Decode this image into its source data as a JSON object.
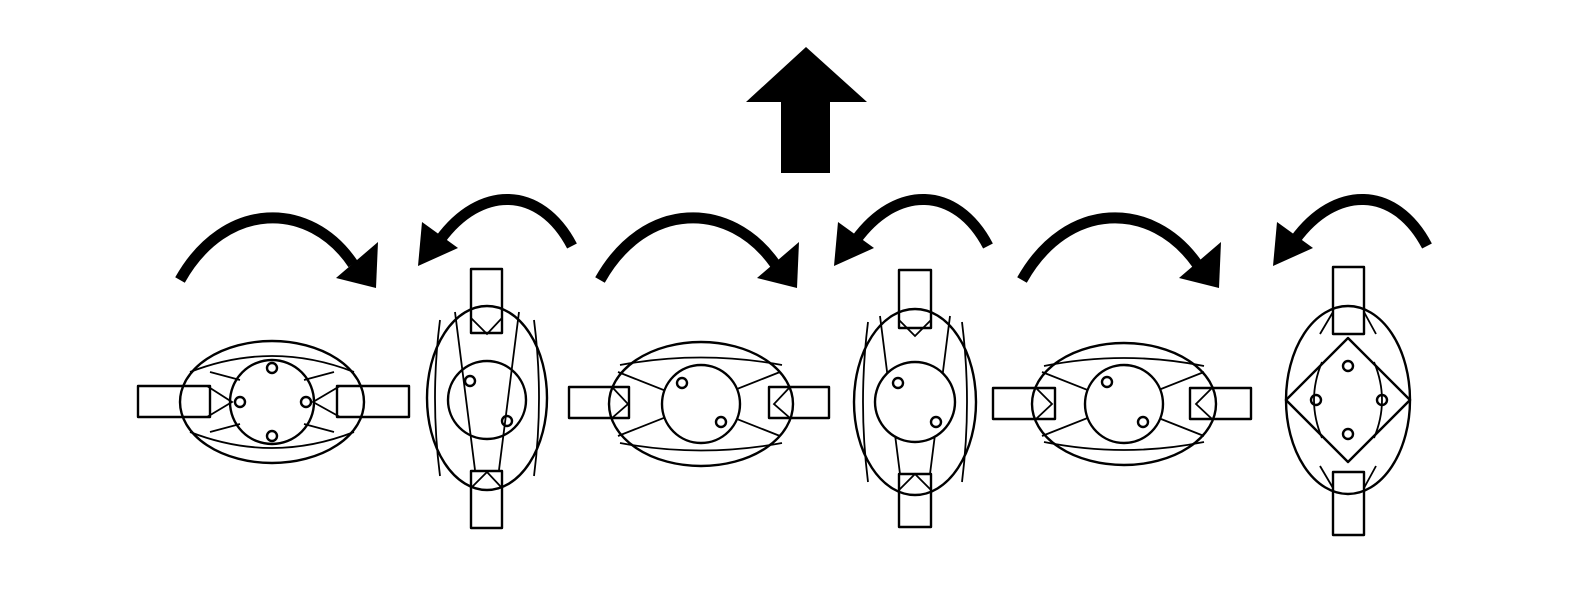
{
  "diagram": {
    "colors": {
      "ink": "#000000",
      "background": "#ffffff"
    },
    "direction_arrow": {
      "icon": "up-arrow-icon",
      "meaning": "up"
    },
    "figures": [
      {
        "id": "step-1",
        "orientation": "horizontal",
        "core": "round-four-dots",
        "rotation_arrow": "clockwise"
      },
      {
        "id": "step-2",
        "orientation": "vertical",
        "core": "round-two-dots",
        "rotation_arrow": "counterclockwise"
      },
      {
        "id": "step-3",
        "orientation": "horizontal",
        "core": "round-two-dots",
        "rotation_arrow": "clockwise"
      },
      {
        "id": "step-4",
        "orientation": "vertical",
        "core": "round-two-dots",
        "rotation_arrow": "counterclockwise"
      },
      {
        "id": "step-5",
        "orientation": "horizontal",
        "core": "round-two-dots",
        "rotation_arrow": "clockwise"
      },
      {
        "id": "step-6",
        "orientation": "vertical",
        "core": "square-four-dots",
        "rotation_arrow": "counterclockwise"
      }
    ]
  }
}
